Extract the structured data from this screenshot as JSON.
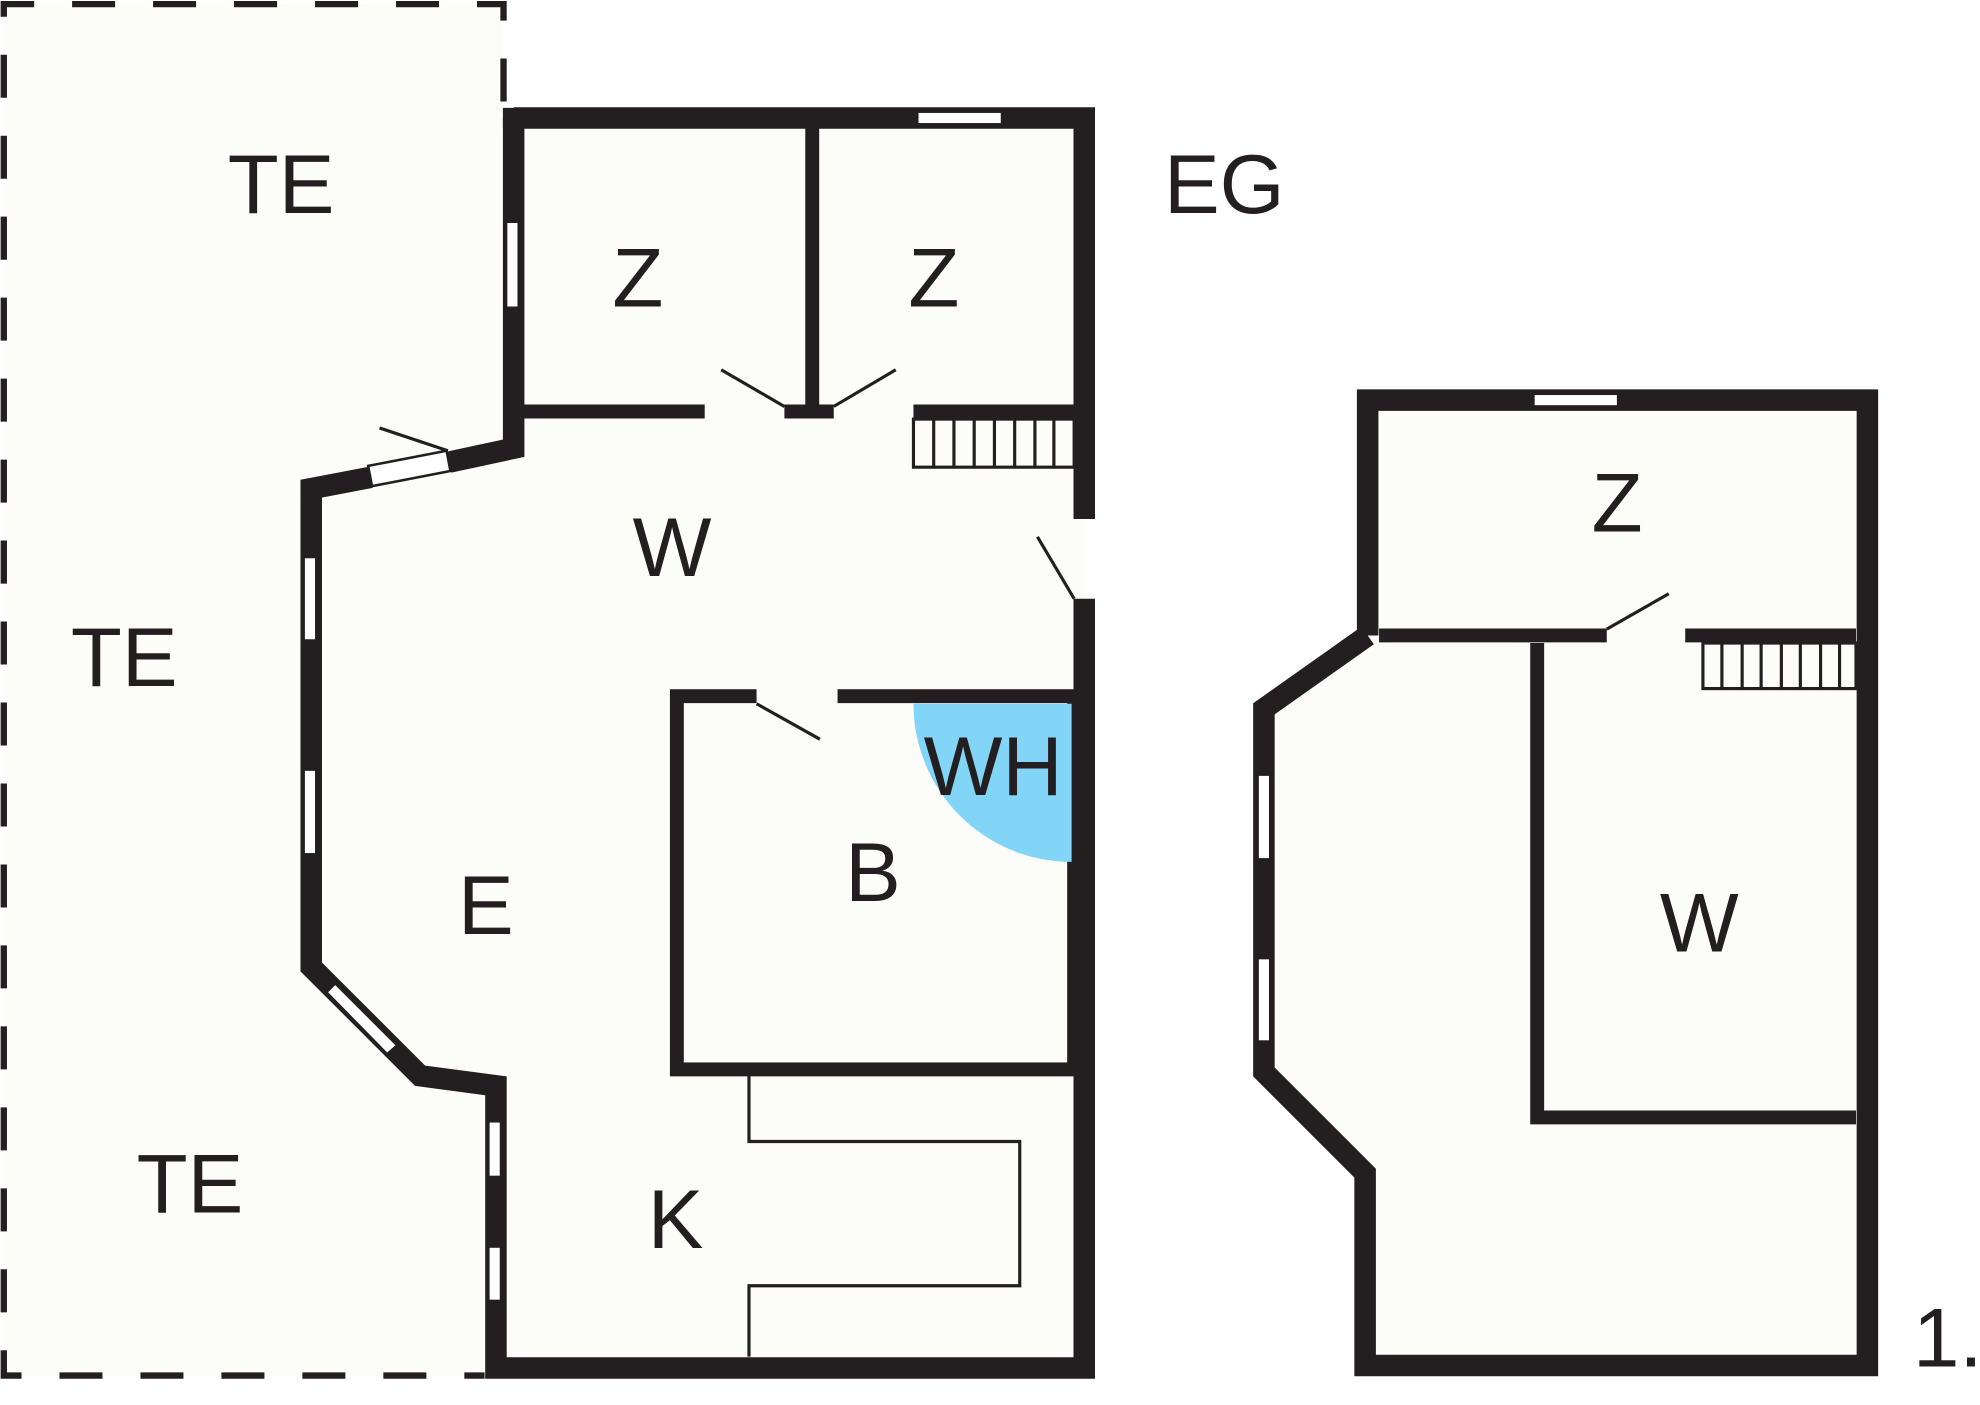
{
  "floor_label": "EG",
  "level_number": "1.",
  "colors": {
    "wall": "#231f20",
    "highlight": "#83d5f7",
    "floor": "#fcfdf8"
  },
  "ground_floor": {
    "terrace_labels": [
      "TE",
      "TE",
      "TE"
    ],
    "rooms": {
      "bedroom_1": "Z",
      "bedroom_2": "Z",
      "living": "W",
      "entrance": "E",
      "bathroom": "B",
      "water_heater": "WH",
      "kitchen": "K"
    }
  },
  "upper_floor": {
    "rooms": {
      "bedroom": "Z",
      "living": "W"
    }
  }
}
